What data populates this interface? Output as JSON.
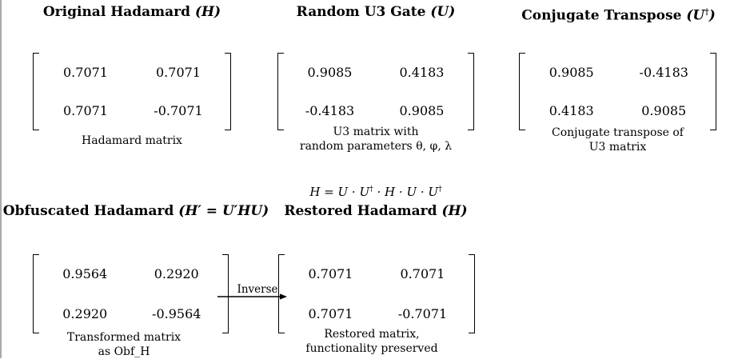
{
  "figure": {
    "bg": "#ffffff",
    "text_color": "#000000",
    "bracket_color": "#000000",
    "left_edge_color": "#a9a9a9"
  },
  "top_panels": [
    {
      "title": [
        {
          "t": "Original Hadamard "
        },
        {
          "t": "(H)",
          "i": true
        }
      ],
      "matrix": [
        [
          "0.7071",
          "0.7071"
        ],
        [
          "0.7071",
          "-0.7071"
        ]
      ],
      "caption": [
        "Hadamard matrix"
      ]
    },
    {
      "title": [
        {
          "t": "Random U3 Gate "
        },
        {
          "t": "(U)",
          "i": true
        }
      ],
      "matrix": [
        [
          "0.9085",
          "0.4183"
        ],
        [
          "-0.4183",
          "0.9085"
        ]
      ],
      "caption": [
        "U3 matrix with",
        "random parameters θ, φ, λ"
      ]
    },
    {
      "title": [
        {
          "t": "Conjugate Transpose "
        },
        {
          "t": "(U",
          "i": true
        },
        {
          "t": "†",
          "sup": true
        },
        {
          "t": ")",
          "i": true
        }
      ],
      "matrix": [
        [
          "0.9085",
          "-0.4183"
        ],
        [
          "0.4183",
          "0.9085"
        ]
      ],
      "caption": [
        "Conjugate transpose of",
        "U3 matrix"
      ]
    }
  ],
  "equation": [
    {
      "t": "H = U · U",
      "i": true
    },
    {
      "t": "†",
      "sup": true
    },
    {
      "t": " · H · U · U",
      "i": true
    },
    {
      "t": "†",
      "sup": true
    }
  ],
  "bottom_panels": [
    {
      "title": [
        {
          "t": "Obfuscated Hadamard "
        },
        {
          "t": "(H′ = U′HU)",
          "i": true
        }
      ],
      "matrix": [
        [
          "0.9564",
          "0.2920"
        ],
        [
          "0.2920",
          "-0.9564"
        ]
      ],
      "caption": [
        "Transformed matrix",
        "as Obf_H"
      ]
    },
    {
      "title": [
        {
          "t": "Restored Hadamard "
        },
        {
          "t": "(H)",
          "i": true
        }
      ],
      "matrix": [
        [
          "0.7071",
          "0.7071"
        ],
        [
          "0.7071",
          "-0.7071"
        ]
      ],
      "caption": [
        "Restored matrix,",
        "functionality preserved"
      ]
    }
  ],
  "arrow": {
    "label": "Inverse"
  }
}
